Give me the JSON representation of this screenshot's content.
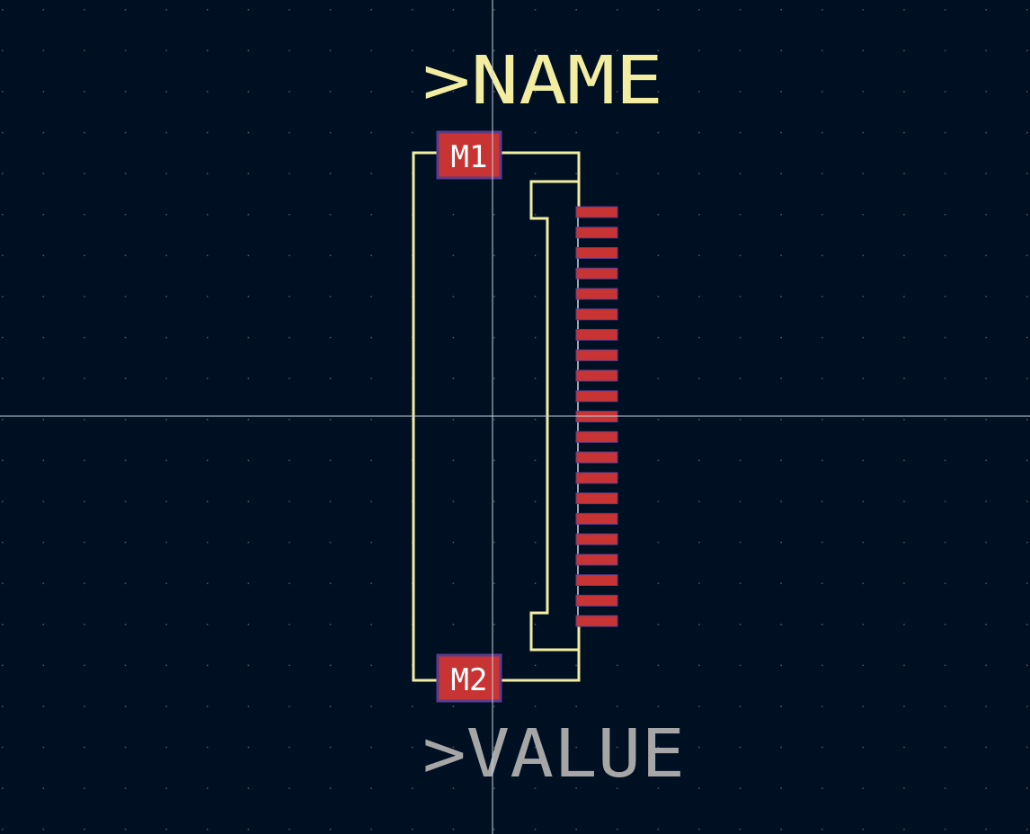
{
  "colors": {
    "background": "#001023",
    "grid_dot": "#4a5b70",
    "crosshair": "#c8d2dc",
    "silkscreen": "#f2eda1",
    "fab_value": "#a6a6a6",
    "pad_fill": "#c83434",
    "pad_outline": "#5a3c8c",
    "pad_text": "#ffffff"
  },
  "labels": {
    "name": ">NAME",
    "value": ">VALUE"
  },
  "mounting_pads": [
    {
      "id": "m1",
      "label": "M1"
    },
    {
      "id": "m2",
      "label": "M2"
    }
  ],
  "signal_pad_count": 21
}
